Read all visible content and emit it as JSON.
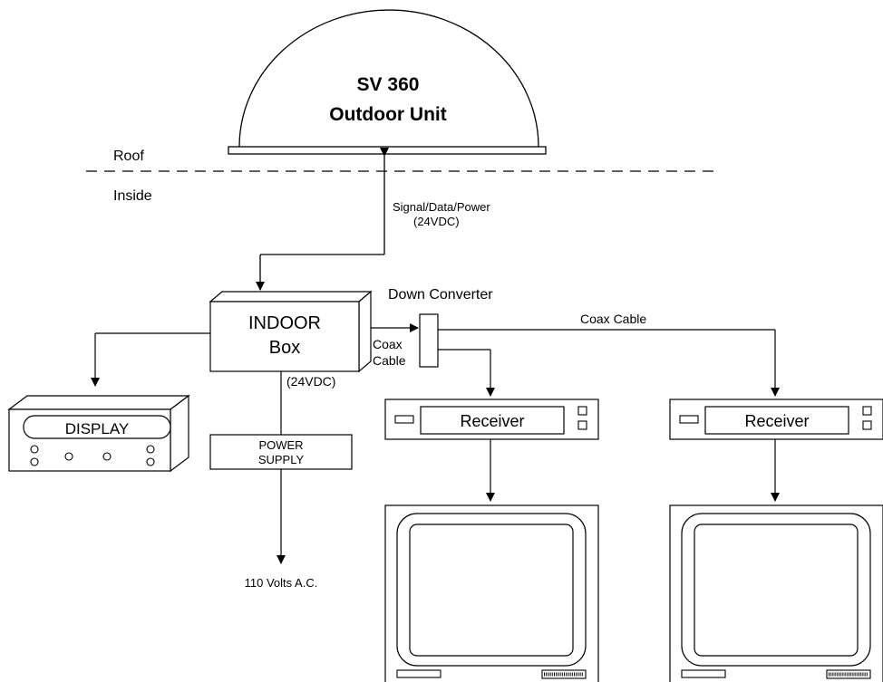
{
  "outdoor_unit": {
    "line1": "SV 360",
    "line2": "Outdoor Unit"
  },
  "levels": {
    "roof": "Roof",
    "inside": "Inside"
  },
  "signal_label": {
    "line1": "Signal/Data/Power",
    "line2": "(24VDC)"
  },
  "indoor_box": {
    "line1": "INDOOR",
    "line2": "Box"
  },
  "down_converter": "Down Converter",
  "coax_short": {
    "line1": "Coax",
    "line2": "Cable"
  },
  "coax_long": "Coax Cable",
  "indoor_power_label": "(24VDC)",
  "display": "DISPLAY",
  "power_supply": {
    "line1": "POWER",
    "line2": "SUPPLY"
  },
  "mains_label": "110 Volts A.C.",
  "receivers": [
    {
      "label": "Receiver"
    },
    {
      "label": "Receiver"
    }
  ]
}
